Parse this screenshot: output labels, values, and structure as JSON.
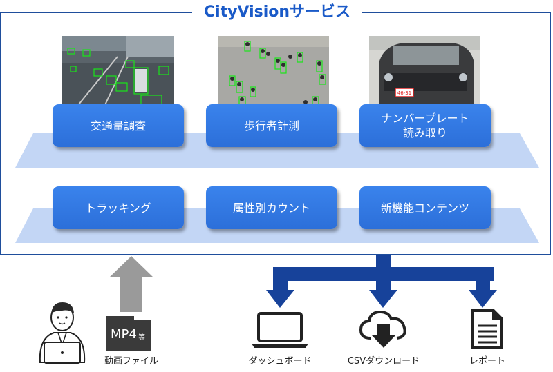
{
  "header": {
    "title": "CityVisionサービス"
  },
  "services_row": [
    {
      "label": "交通量調査"
    },
    {
      "label": "歩行者計測"
    },
    {
      "label": "ナンバープレート\n読み取り"
    }
  ],
  "features_row": [
    {
      "label": "トラッキング"
    },
    {
      "label": "属性別カウント"
    },
    {
      "label": "新機能コンテンツ"
    }
  ],
  "input": {
    "file_badge": "MP4",
    "file_badge_suffix": "等",
    "label": "動画ファイル"
  },
  "outputs": [
    {
      "label": "ダッシュボード"
    },
    {
      "label": "CSVダウンロード"
    },
    {
      "label": "レポート"
    }
  ],
  "colors": {
    "card": "#2f74e0",
    "platform": "#c3d6f5",
    "frame": "#1f4e9c",
    "title": "#1a5ac8",
    "output_arrow": "#17429a",
    "input_arrow": "#9a9a9a"
  }
}
